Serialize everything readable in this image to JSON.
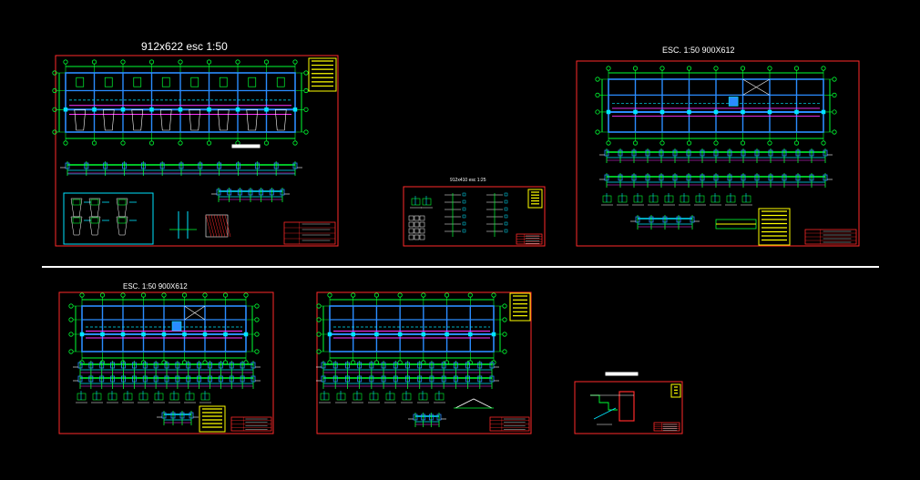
{
  "colors": {
    "background": "#000000",
    "sheet_border": "#ff2a2a",
    "grid": "#00ff33",
    "beam": "#2a8cff",
    "cyan": "#00e5ff",
    "magenta": "#ff33ff",
    "yellow": "#ffff00",
    "white": "#ffffff",
    "divider": "#ffffff"
  },
  "sheets": [
    {
      "id": "sheet-1",
      "title": "912x622 esc 1:50"
    },
    {
      "id": "sheet-2",
      "title": "912x410 esc 1:25"
    },
    {
      "id": "sheet-3",
      "title": "ESC. 1:50  900X612"
    },
    {
      "id": "sheet-4",
      "title": "ESC. 1:50  900X612"
    },
    {
      "id": "sheet-5",
      "title": ""
    },
    {
      "id": "sheet-6",
      "title": ""
    }
  ]
}
